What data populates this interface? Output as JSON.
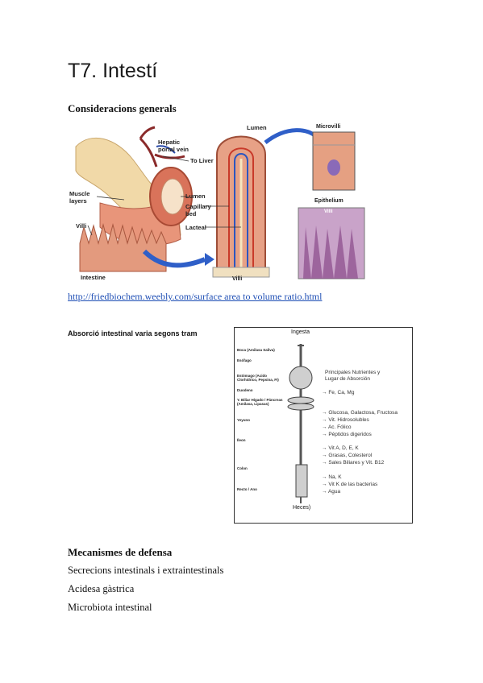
{
  "document": {
    "title": "T7. Intestí",
    "sections": [
      {
        "heading": "Consideracions generals"
      },
      {
        "heading": "Absorció intestinal varia segons tram"
      },
      {
        "heading": "Mecanismes de defensa"
      }
    ],
    "source_link": "http://friedbiochem.weebly.com/surface area to volume ratio.html",
    "defense_items": [
      "Secrecions intestinals i extraintestinals",
      "Acidesa gàstrica",
      "Microbiota intestinal"
    ]
  },
  "figure_intestine": {
    "labels": {
      "hepatic": "Hepatic",
      "portal_vein": "portal vein",
      "to_liver": "To Liver",
      "muscle": "Muscle",
      "layers": "layers",
      "lumen_left": "Lumen",
      "capillary": "Capillary",
      "bed": "bed",
      "villi_left": "Villi",
      "lacteal": "Lacteal",
      "intestine": "Intestine",
      "villi_bottom": "Villi",
      "lumen_top": "Lumen",
      "microvilli": "Microvilli",
      "epithelium": "Epithelium",
      "villi_micro": "Villi"
    }
  },
  "figure_absorption": {
    "top_label": "Ingesta",
    "bottom_label": "Heces)",
    "segments": [
      "Boca (Amilasa Saliva)",
      "Esófago",
      "Estómago (Acido Clorhidrico, Pepsina, FI)",
      "Duodeno",
      "Y. Biliar Hígado / Páncreas (Amilasa, Lipasas)",
      "Yeyuno",
      "Íleon",
      "Colon",
      "Recto / Ano"
    ],
    "nutrients_header_1": "Principales Nutrientes y",
    "nutrients_header_2": "Lugar de Absorción",
    "groups": [
      [
        "Fe, Ca, Mg"
      ],
      [
        "Glucosa, Galactosa, Fructosa",
        "Vit. Hidrosolubles",
        "Ac. Fólico",
        "Péptidos digeridos"
      ],
      [
        "Vit A, D, E, K",
        "Grasas, Colesterol",
        "Sales Biliares y Vit. B12"
      ],
      [
        "Na, K",
        "Vit K de las bacterias",
        "Agua"
      ]
    ]
  }
}
